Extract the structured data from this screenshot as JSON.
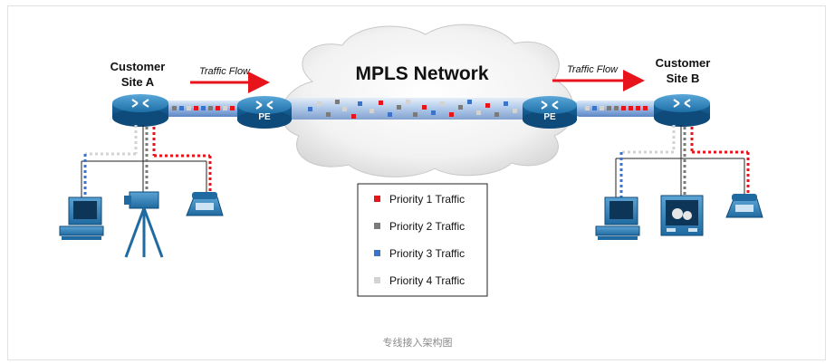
{
  "diagram": {
    "title": "MPLS Network",
    "site_a": {
      "line1": "Customer",
      "line2": "Site A"
    },
    "site_b": {
      "line1": "Customer",
      "line2": "Site B"
    },
    "flow_left": "Traffic Flow",
    "flow_right": "Traffic Flow",
    "pe_left": "PE",
    "pe_right": "PE",
    "legend": [
      {
        "label": "Priority 1 Traffic",
        "color": "#e8141b"
      },
      {
        "label": "Priority 2 Traffic",
        "color": "#7a7a7a"
      },
      {
        "label": "Priority 3 Traffic",
        "color": "#3a73c8"
      },
      {
        "label": "Priority 4 Traffic",
        "color": "#d3d3d3"
      }
    ],
    "caption": "专线接入架构图"
  }
}
